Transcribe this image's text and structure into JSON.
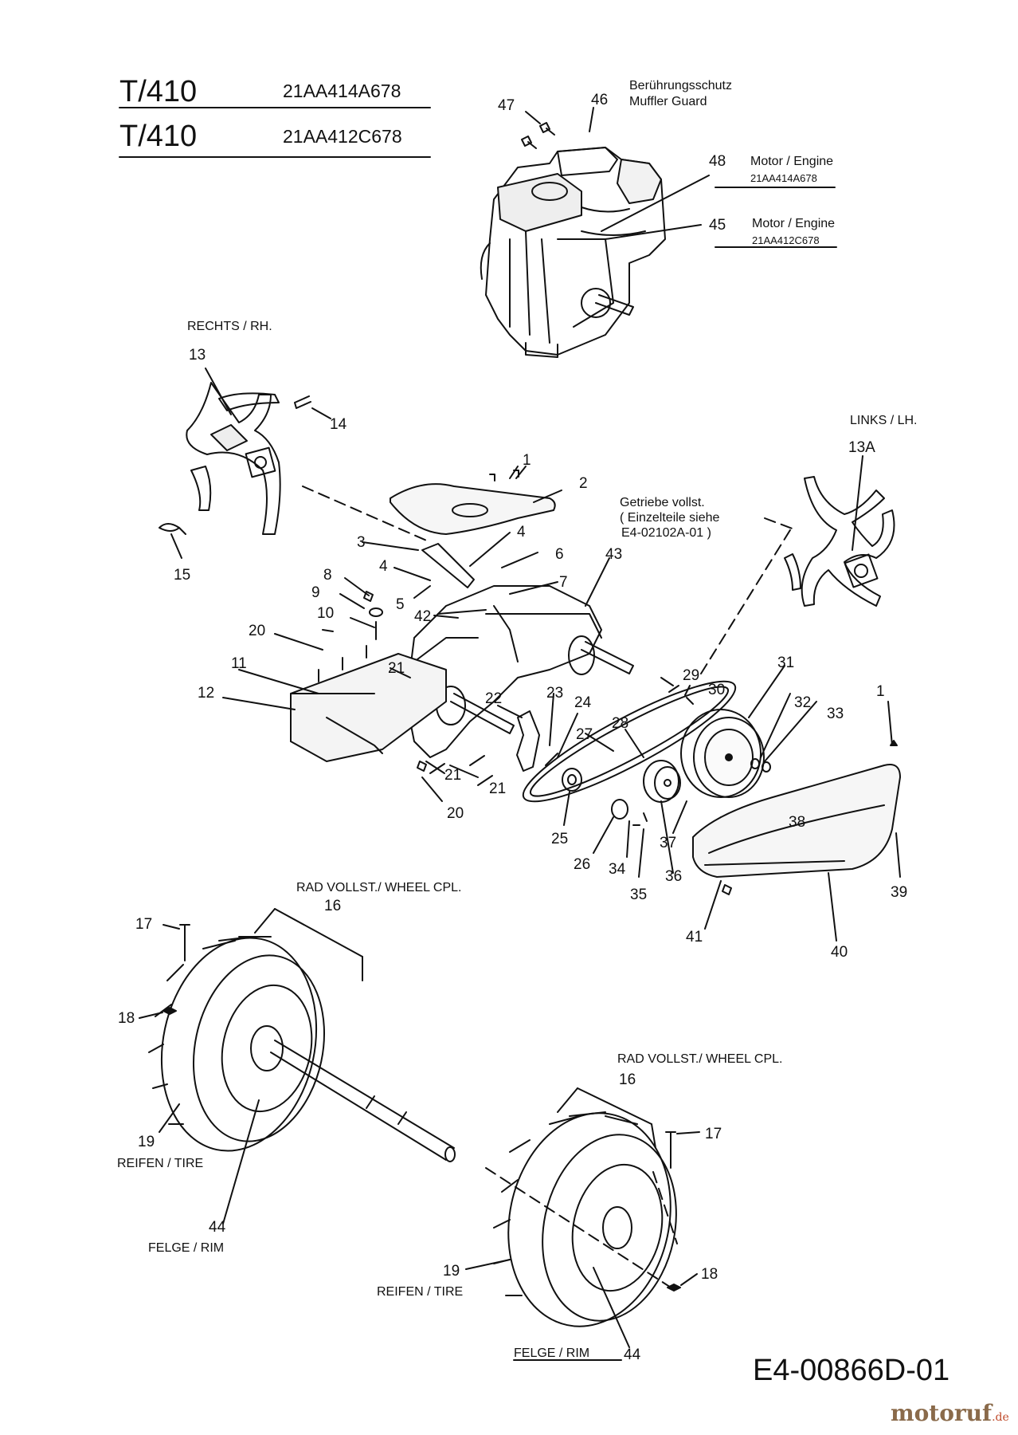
{
  "header": {
    "rows": [
      {
        "model": "T/410",
        "code": "21AA414A678"
      },
      {
        "model": "T/410",
        "code": "21AA412C678"
      }
    ]
  },
  "labels": {
    "muffler_guard_de": "Berührungsschutz",
    "muffler_guard_en": "Muffler Guard",
    "engine_a": "Motor / Engine",
    "engine_a_code": "21AA414A678",
    "engine_b": "Motor / Engine",
    "engine_b_code": "21AA412C678",
    "rechts": "RECHTS / RH.",
    "links": "LINKS / LH.",
    "gearbox_1": "Getriebe vollst.",
    "gearbox_2": "( Einzelteile siehe",
    "gearbox_3": "E4-02102A-01 )",
    "wheel_cpl_1": "RAD VOLLST./ WHEEL CPL.",
    "wheel_cpl_2": "RAD VOLLST./ WHEEL CPL.",
    "tire_1": "REIFEN / TIRE",
    "tire_2": "REIFEN / TIRE",
    "rim_1": "FELGE / RIM",
    "rim_2": "FELGE / RIM"
  },
  "part_numbers": {
    "p47": "47",
    "p46": "46",
    "p48": "48",
    "p45": "45",
    "p13": "13",
    "p14": "14",
    "p15": "15",
    "p13a": "13A",
    "p1a": "1",
    "p2": "2",
    "p3": "3",
    "p4a": "4",
    "p4b": "4",
    "p6": "6",
    "p7": "7",
    "p5": "5",
    "p42": "42",
    "p43": "43",
    "p8": "8",
    "p9": "9",
    "p10": "10",
    "p20a": "20",
    "p11": "11",
    "p12": "12",
    "p21a": "21",
    "p21b": "21",
    "p21c": "21",
    "p20b": "20",
    "p22": "22",
    "p23": "23",
    "p24": "24",
    "p27": "27",
    "p28": "28",
    "p29": "29",
    "p30": "30",
    "p31": "31",
    "p32": "32",
    "p33": "33",
    "p1b": "1",
    "p38": "38",
    "p25": "25",
    "p26": "26",
    "p34": "34",
    "p35": "35",
    "p37": "37",
    "p36": "36",
    "p39": "39",
    "p41": "41",
    "p40": "40",
    "p16a": "16",
    "p17a": "17",
    "p18a": "18",
    "p19a": "19",
    "p44a": "44",
    "p16b": "16",
    "p17b": "17",
    "p18b": "18",
    "p19b": "19",
    "p44b": "44"
  },
  "footer": {
    "drawing_ref": "E4-00866D-01",
    "watermark": "motoruf",
    "watermark_tld": ".de"
  }
}
